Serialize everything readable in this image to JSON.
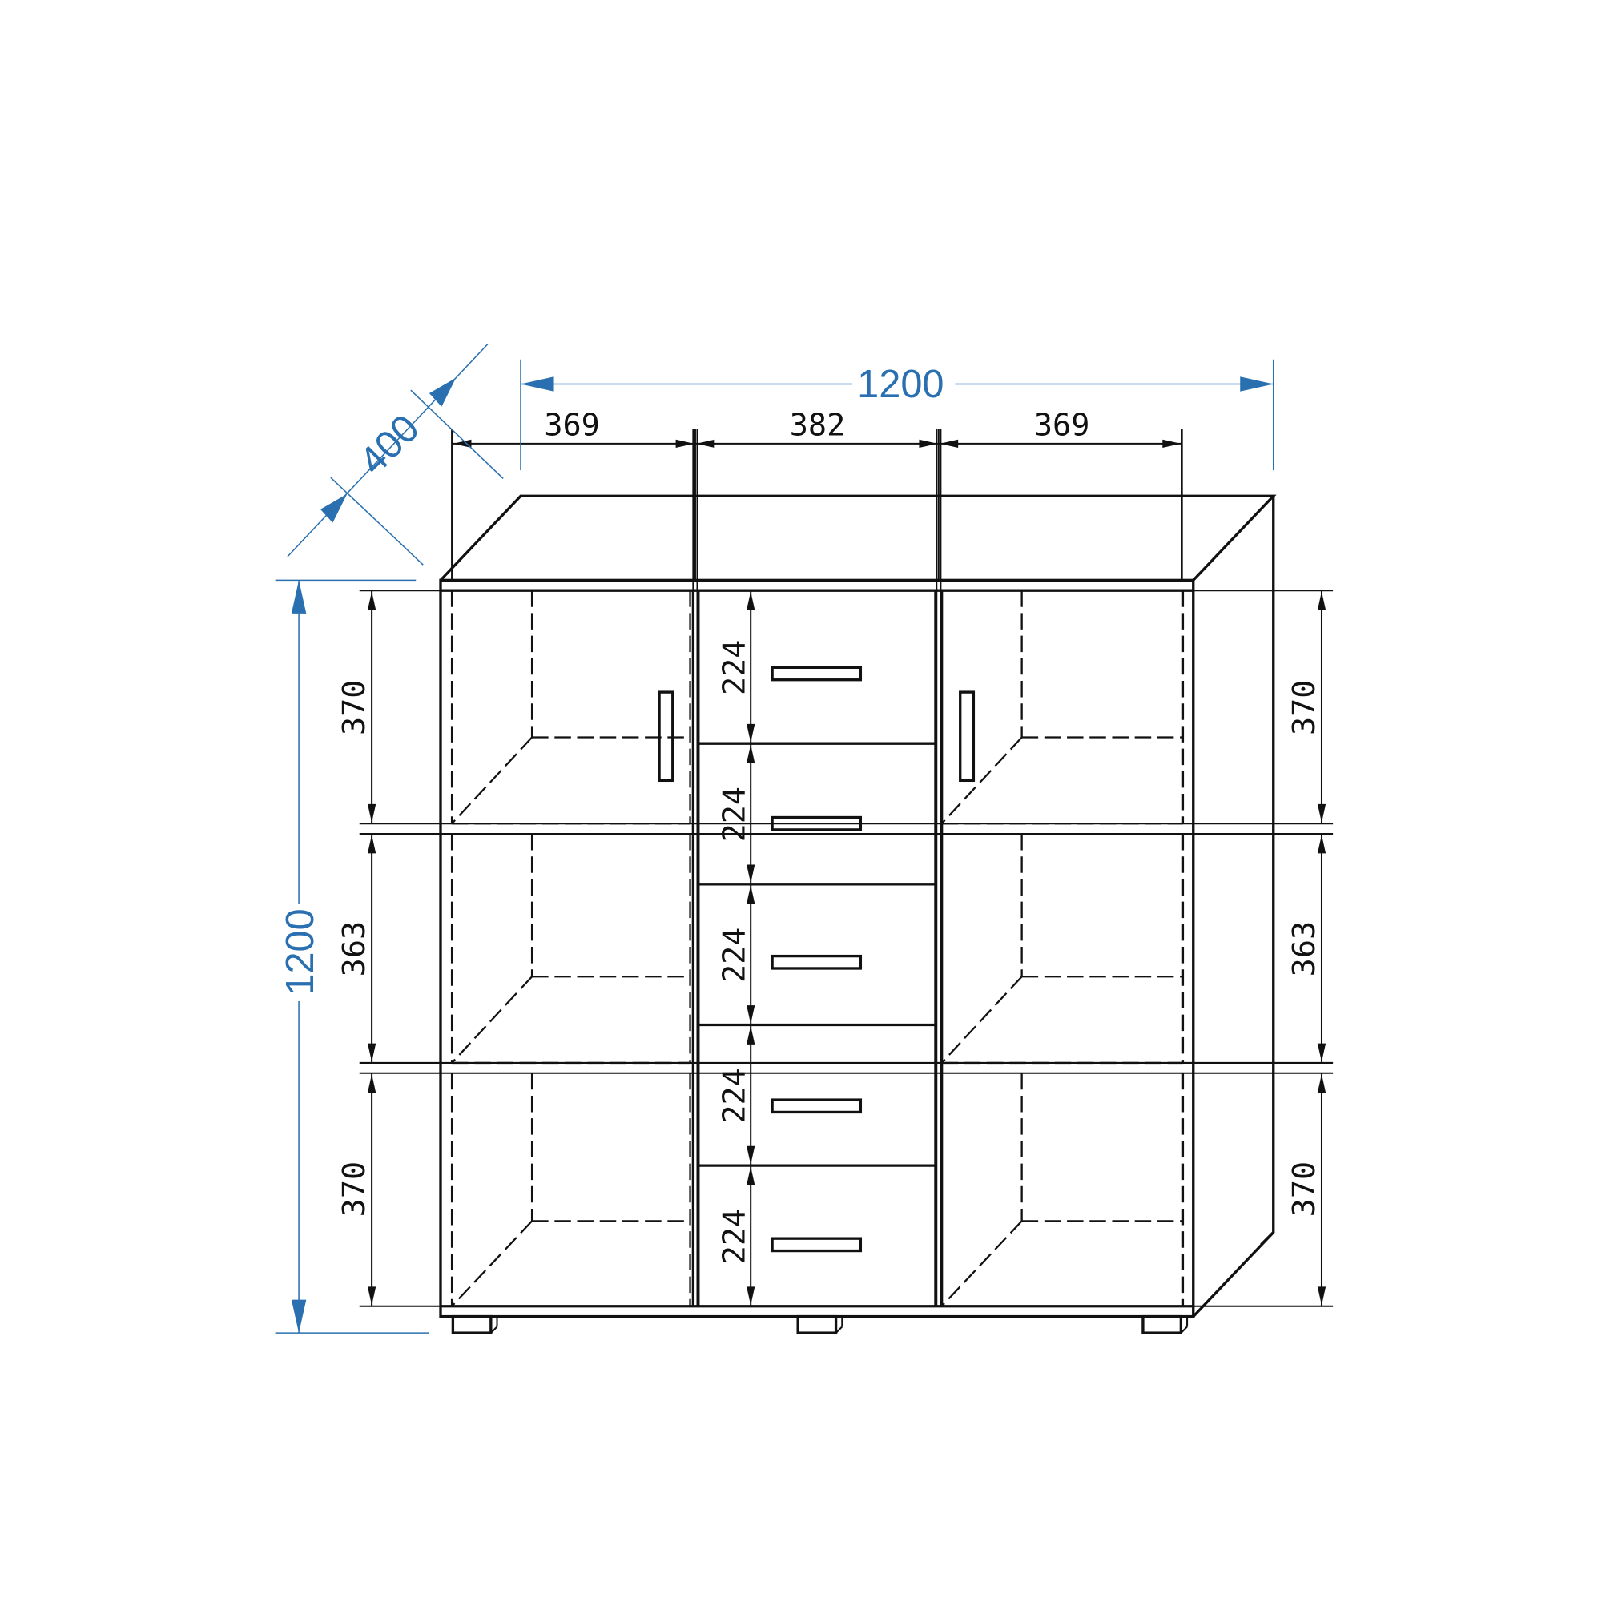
{
  "dimensions": {
    "overall_width": "1200",
    "overall_height": "1200",
    "depth": "400",
    "column_widths": [
      "369",
      "382",
      "369"
    ],
    "left_heights": [
      "370",
      "363",
      "370"
    ],
    "right_heights": [
      "370",
      "363",
      "370"
    ],
    "drawer_heights": [
      "224",
      "224",
      "224",
      "224",
      "224"
    ]
  },
  "colors": {
    "line": "#111111",
    "dimension_blue": "#2a70b0"
  }
}
